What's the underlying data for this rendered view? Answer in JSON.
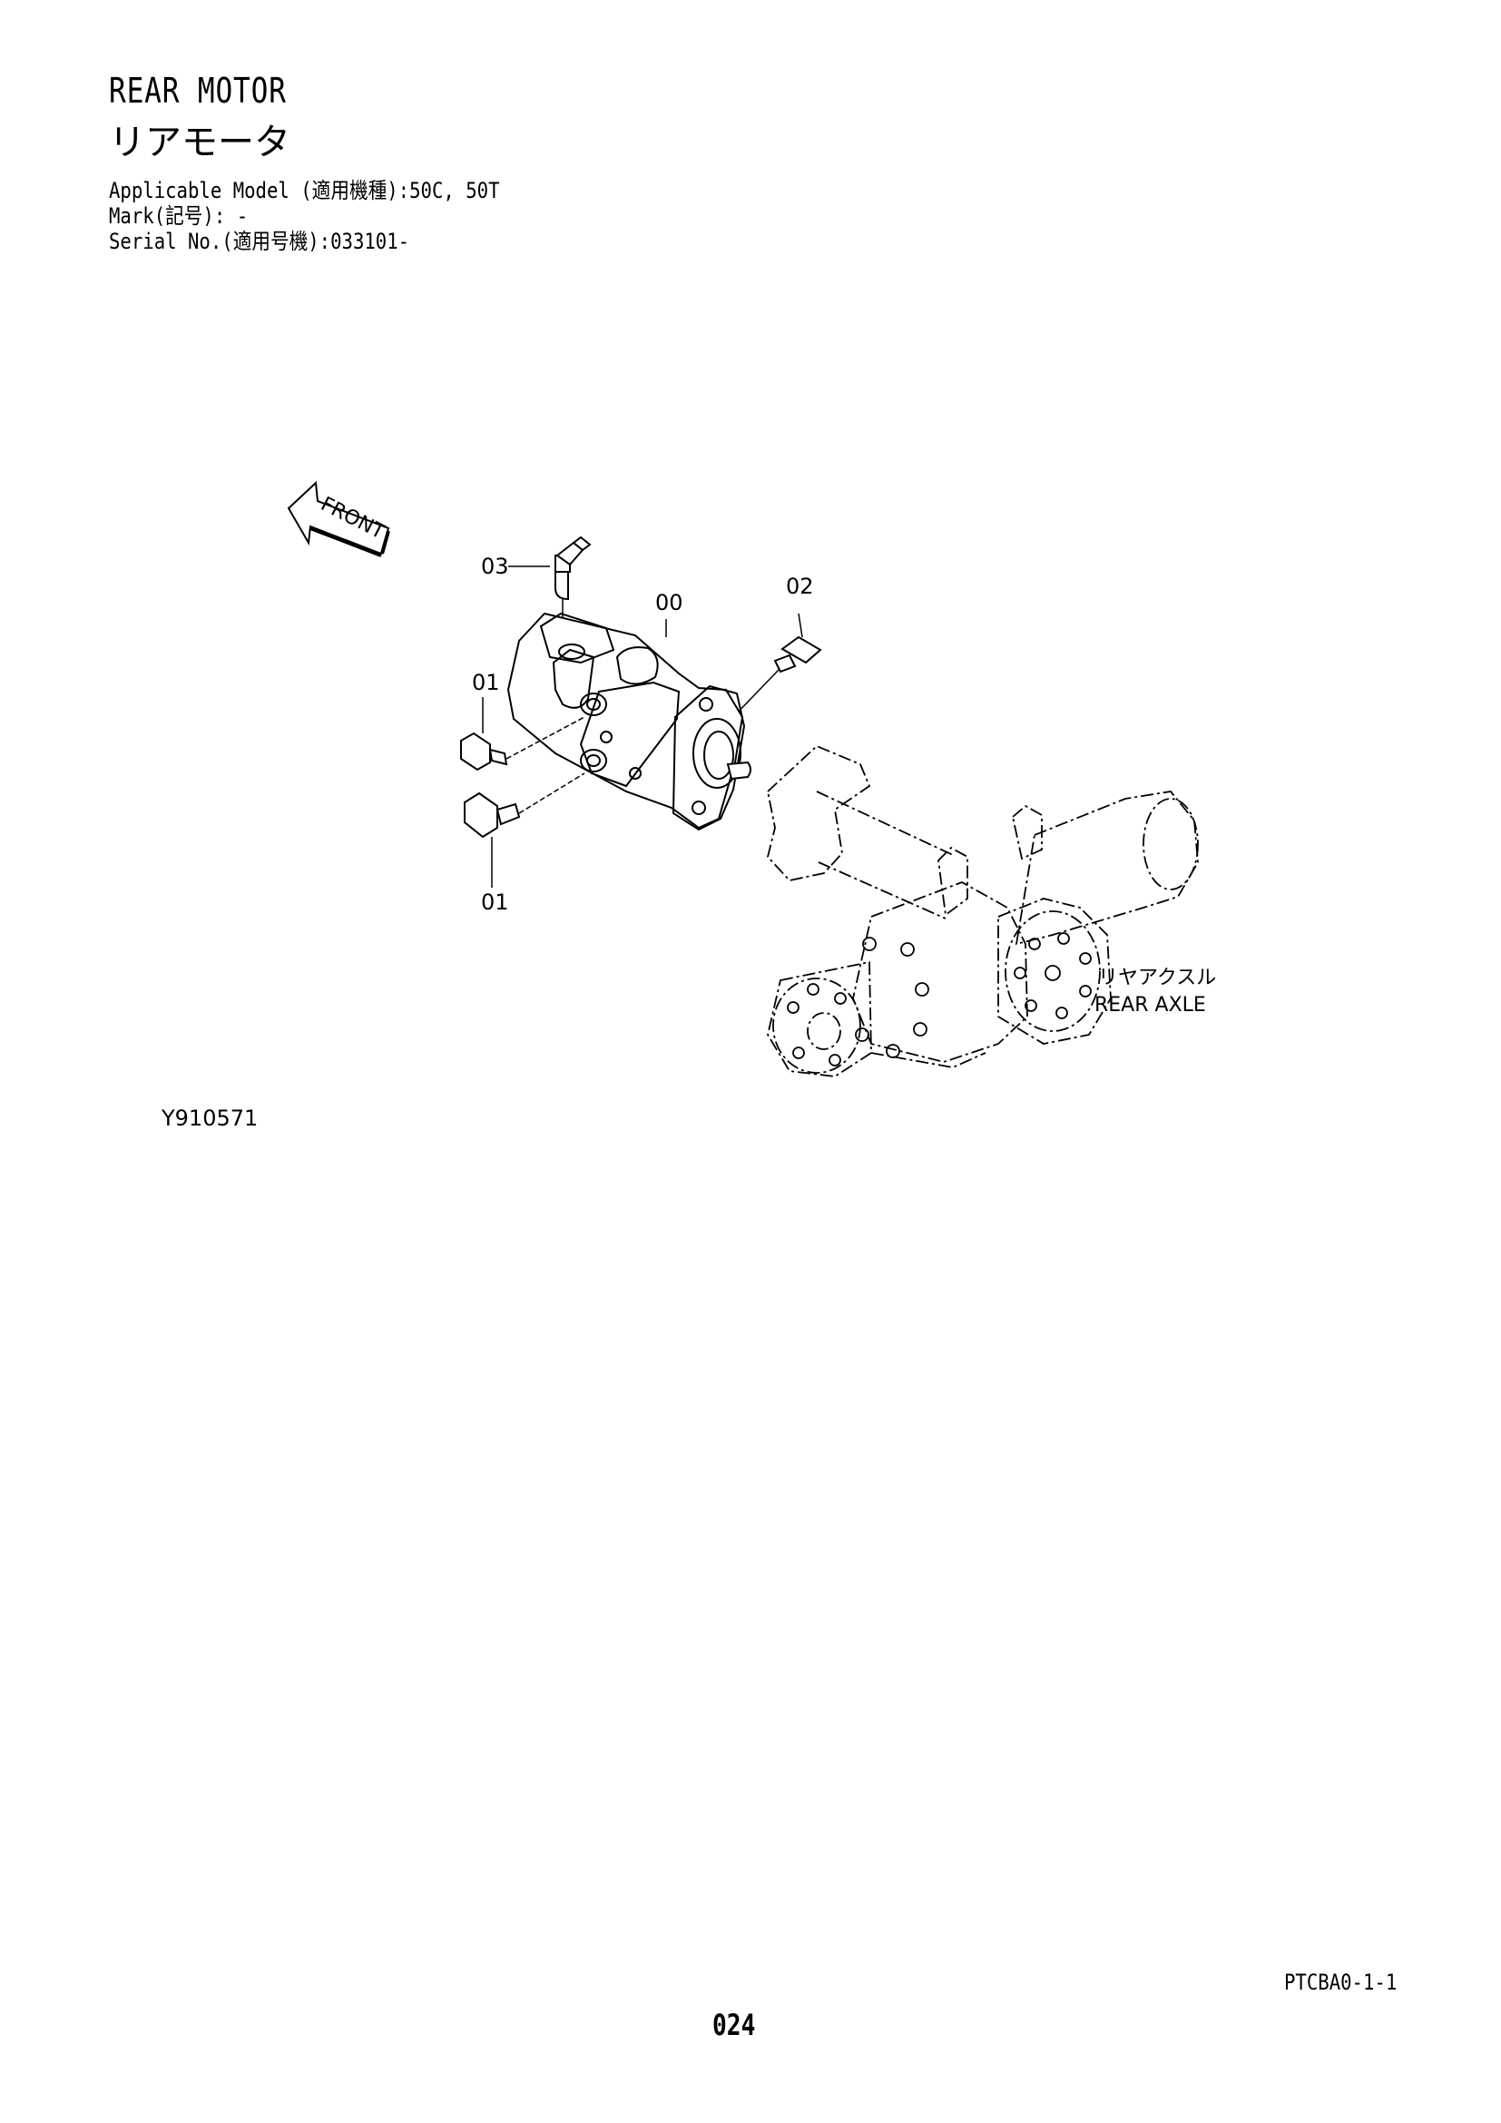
{
  "header": {
    "title_en": "REAR MOTOR",
    "title_jp": "リアモータ",
    "applicable_model": "Applicable Model (適用機種):50C, 50T",
    "mark": "Mark(記号): -",
    "serial": "Serial No.(適用号機):033101-"
  },
  "figure": {
    "front_label": "FRONT",
    "callouts": {
      "c03": "03",
      "c00": "00",
      "c02": "02",
      "c01_top": "01",
      "c01_bottom": "01"
    },
    "axle_label_jp": "リヤアクスル",
    "axle_label_en": "REAR AXLE",
    "figure_id": "Y910571"
  },
  "footer": {
    "page_code": "PTCBA0-1-1",
    "page_number": "024"
  }
}
